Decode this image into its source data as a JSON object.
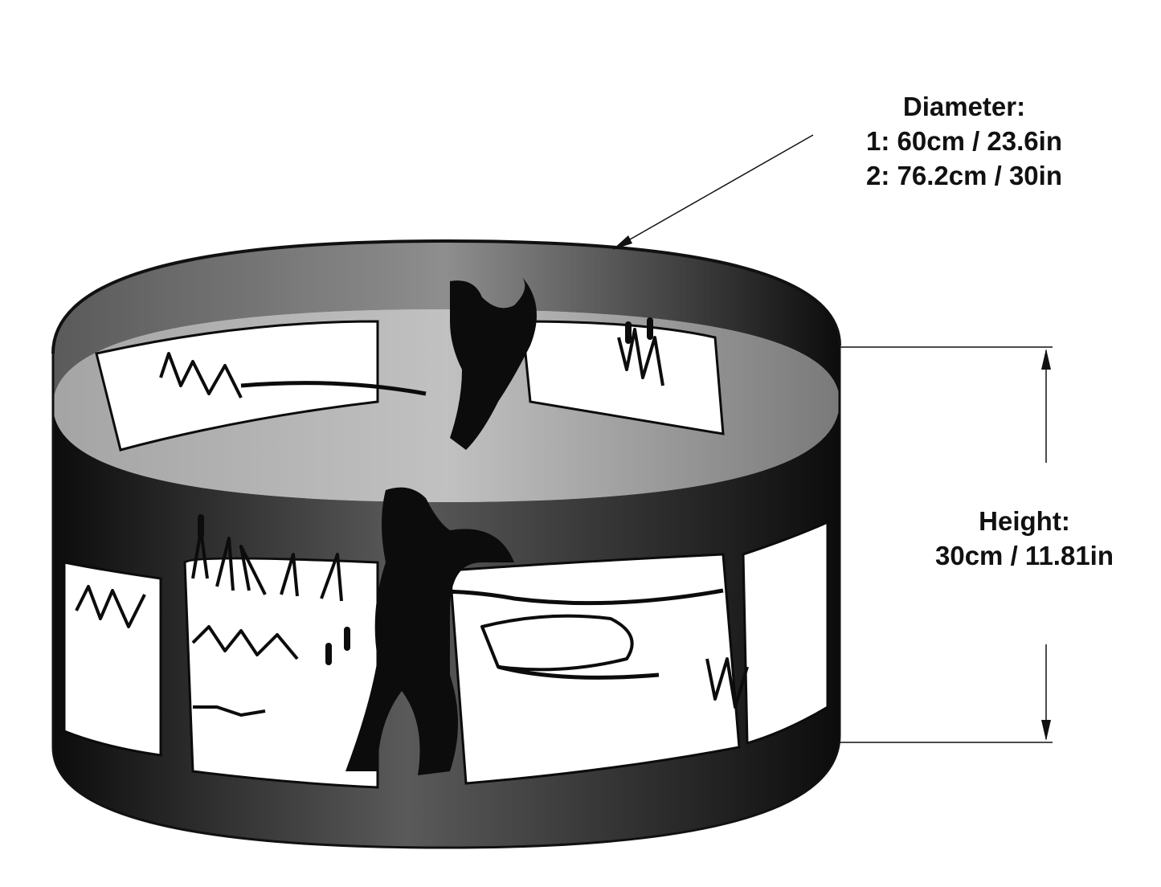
{
  "diagram": {
    "subject": "fire-pit-ring-cutout-scene",
    "colors": {
      "metal_dark": "#0c0c0c",
      "metal_mid": "#5a5a5a",
      "metal_light": "#8e8e8e",
      "line": "#111111",
      "background": "#ffffff"
    },
    "diameter_label": {
      "title": "Diameter:",
      "line1": "1: 60cm / 23.6in",
      "line2": "2: 76.2cm / 30in"
    },
    "height_label": {
      "title": "Height:",
      "line1": "30cm / 11.81in"
    }
  }
}
